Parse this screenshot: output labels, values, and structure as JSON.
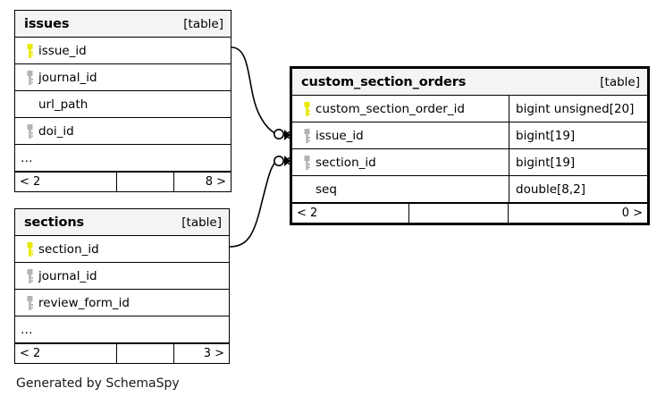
{
  "diagram": {
    "generator_credit": "Generated by SchemaSpy",
    "kind_label": "[table]",
    "ellipsis": "…",
    "icons": {
      "primary_key": "key-icon-primary",
      "foreign_key": "key-icon-foreign"
    },
    "colors": {
      "primary_key": "#e8e800",
      "foreign_key": "#b3b3b3",
      "header_background": "#f4f4f4",
      "border": "#000000",
      "text": "#000000",
      "background": "#ffffff"
    }
  },
  "tables": [
    {
      "id": "issues",
      "name": "issues",
      "kind": "[table]",
      "focal": false,
      "columns": [
        {
          "name": "issue_id",
          "key": "primary",
          "type": ""
        },
        {
          "name": "journal_id",
          "key": "foreign",
          "type": ""
        },
        {
          "name": "url_path",
          "key": "none",
          "type": ""
        },
        {
          "name": "doi_id",
          "key": "foreign",
          "type": ""
        }
      ],
      "has_more": true,
      "footer": {
        "left": "< 2",
        "middle": "",
        "right": "8 >"
      }
    },
    {
      "id": "sections",
      "name": "sections",
      "kind": "[table]",
      "focal": false,
      "columns": [
        {
          "name": "section_id",
          "key": "primary",
          "type": ""
        },
        {
          "name": "journal_id",
          "key": "foreign",
          "type": ""
        },
        {
          "name": "review_form_id",
          "key": "foreign",
          "type": ""
        }
      ],
      "has_more": true,
      "footer": {
        "left": "< 2",
        "middle": "",
        "right": "3 >"
      }
    },
    {
      "id": "custom_section_orders",
      "name": "custom_section_orders",
      "kind": "[table]",
      "focal": true,
      "columns": [
        {
          "name": "custom_section_order_id",
          "key": "primary",
          "type": "bigint unsigned[20]"
        },
        {
          "name": "issue_id",
          "key": "foreign",
          "type": "bigint[19]"
        },
        {
          "name": "section_id",
          "key": "foreign",
          "type": "bigint[19]"
        },
        {
          "name": "seq",
          "key": "none",
          "type": "double[8,2]"
        }
      ],
      "has_more": true,
      "footer": {
        "left": "< 2",
        "middle": "",
        "right": "0 >"
      }
    }
  ],
  "relationships": [
    {
      "id": "issues-to-custom_section_orders",
      "from_table": "issues",
      "from_column": "issue_id",
      "to_table": "custom_section_orders",
      "to_column": "issue_id",
      "from_cardinality": "one",
      "to_cardinality": "zero-or-many"
    },
    {
      "id": "sections-to-custom_section_orders",
      "from_table": "sections",
      "from_column": "section_id",
      "to_table": "custom_section_orders",
      "to_column": "section_id",
      "from_cardinality": "one",
      "to_cardinality": "zero-or-many"
    }
  ]
}
